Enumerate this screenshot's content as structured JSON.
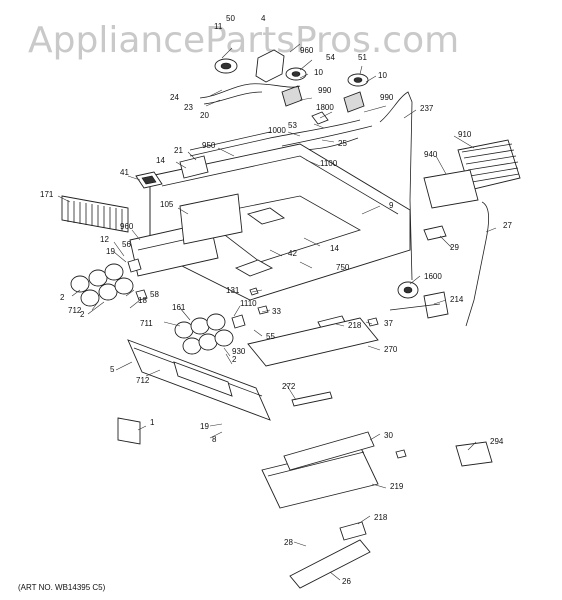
{
  "watermark": "AppliancePartsPros.com",
  "art_number": "(ART NO. WB14395 C5)",
  "callouts": [
    "50",
    "4",
    "11",
    "960",
    "54",
    "51",
    "10",
    "10",
    "990",
    "990",
    "24",
    "23",
    "20",
    "237",
    "1800",
    "53",
    "1000",
    "910",
    "25",
    "1100",
    "950",
    "21",
    "940",
    "14",
    "41",
    "171",
    "105",
    "9",
    "960",
    "14",
    "27",
    "29",
    "42",
    "12",
    "19",
    "56",
    "750",
    "1600",
    "2",
    "712",
    "2",
    "18",
    "58",
    "131",
    "214",
    "1110",
    "33",
    "161",
    "711",
    "218",
    "55",
    "37",
    "2",
    "930",
    "270",
    "5",
    "712",
    "272",
    "1",
    "19",
    "30",
    "294",
    "8",
    "219",
    "218",
    "28",
    "26"
  ]
}
